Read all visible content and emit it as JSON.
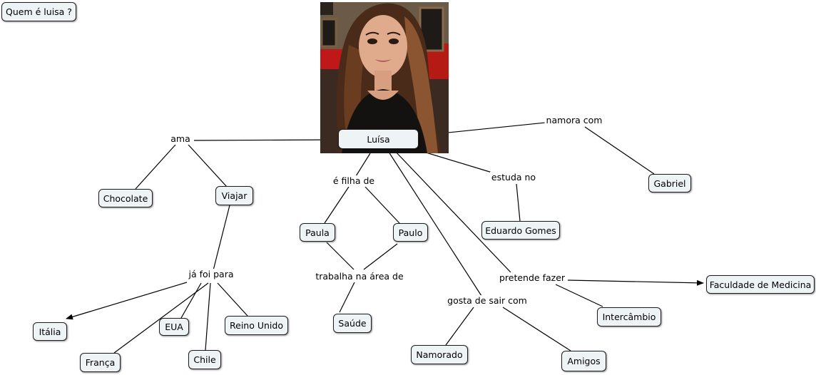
{
  "title": "Quem é luisa ?",
  "center": "Luísa",
  "links": {
    "ama": "ama",
    "filha": "é filha de",
    "estuda": "estuda no",
    "namora": "namora com",
    "foi": "já foi para",
    "trabalha": "trabalha na área de",
    "gosta": "gosta de sair com",
    "pretende": "pretende fazer"
  },
  "concepts": {
    "chocolate": "Chocolate",
    "viajar": "Viajar",
    "paula": "Paula",
    "paulo": "Paulo",
    "eduardo": "Eduardo Gomes",
    "gabriel": "Gabriel",
    "faculdade": "Faculdade de Medicina",
    "intercambio": "Intercâmbio",
    "saude": "Saúde",
    "italia": "Itália",
    "eua": "EUA",
    "reino": "Reino Unido",
    "franca": "França",
    "chile": "Chile",
    "namorado": "Namorado",
    "amigos": "Amigos"
  },
  "colors": {
    "node_fill": "#eef3f6",
    "node_border": "#1e1e1e",
    "line": "#000000"
  }
}
